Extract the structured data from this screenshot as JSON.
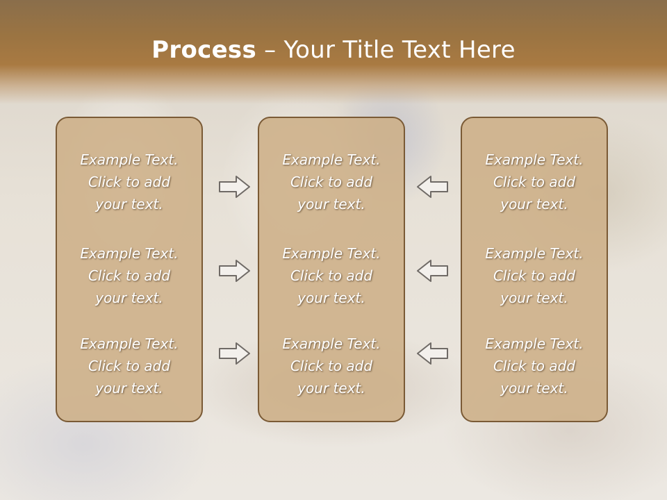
{
  "slide": {
    "title_bold": "Process",
    "title_rest": " – Your Title Text Here"
  },
  "columns": [
    {
      "items": [
        {
          "line1": "Example Text.",
          "line2": "Click  to add",
          "line3": "your text."
        },
        {
          "line1": "Example Text.",
          "line2": "Click  to add",
          "line3": "your text."
        },
        {
          "line1": "Example Text.",
          "line2": "Click  to add",
          "line3": "your text."
        }
      ]
    },
    {
      "items": [
        {
          "line1": "Example Text.",
          "line2": "Click  to add",
          "line3": "your text."
        },
        {
          "line1": "Example Text.",
          "line2": "Click  to add",
          "line3": "your text."
        },
        {
          "line1": "Example Text.",
          "line2": "Click  to add",
          "line3": "your text."
        }
      ]
    },
    {
      "items": [
        {
          "line1": "Example Text.",
          "line2": "Click  to add",
          "line3": "your text."
        },
        {
          "line1": "Example Text.",
          "line2": "Click  to add",
          "line3": "your text."
        },
        {
          "line1": "Example Text.",
          "line2": "Click  to add",
          "line3": "your text."
        }
      ]
    }
  ],
  "arrows": {
    "left_group": [
      "arrow-right-icon",
      "arrow-right-icon",
      "arrow-right-icon"
    ],
    "right_group": [
      "arrow-left-icon",
      "arrow-left-icon",
      "arrow-left-icon"
    ]
  },
  "colors": {
    "header": "#9b7442",
    "panel_fill": "#cdaf87",
    "panel_border": "#7a5a35",
    "text": "#ffffff"
  }
}
